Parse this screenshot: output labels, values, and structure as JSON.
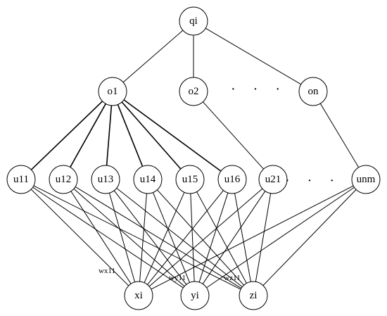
{
  "diagram": {
    "nodes": [
      {
        "id": "qi",
        "label": "qi"
      },
      {
        "id": "o1",
        "label": "o1"
      },
      {
        "id": "o2",
        "label": "o2"
      },
      {
        "id": "on",
        "label": "on"
      },
      {
        "id": "u11",
        "label": "u11"
      },
      {
        "id": "u12",
        "label": "u12"
      },
      {
        "id": "u13",
        "label": "u13"
      },
      {
        "id": "u14",
        "label": "u14"
      },
      {
        "id": "u15",
        "label": "u15"
      },
      {
        "id": "u16",
        "label": "u16"
      },
      {
        "id": "u21",
        "label": "u21"
      },
      {
        "id": "unm",
        "label": "unm"
      },
      {
        "id": "xi",
        "label": "xi"
      },
      {
        "id": "yi",
        "label": "yi"
      },
      {
        "id": "zi",
        "label": "zi"
      }
    ],
    "edges": [
      [
        "qi",
        "o1"
      ],
      [
        "qi",
        "o2"
      ],
      [
        "qi",
        "on"
      ],
      [
        "o1",
        "u11"
      ],
      [
        "o1",
        "u12"
      ],
      [
        "o1",
        "u13"
      ],
      [
        "o1",
        "u14"
      ],
      [
        "o1",
        "u15"
      ],
      [
        "o1",
        "u16"
      ],
      [
        "o2",
        "u21"
      ],
      [
        "on",
        "unm"
      ],
      [
        "u11",
        "xi"
      ],
      [
        "u11",
        "yi"
      ],
      [
        "u11",
        "zi"
      ],
      [
        "u12",
        "xi"
      ],
      [
        "u12",
        "yi"
      ],
      [
        "u12",
        "zi"
      ],
      [
        "u13",
        "xi"
      ],
      [
        "u13",
        "yi"
      ],
      [
        "u13",
        "zi"
      ],
      [
        "u14",
        "xi"
      ],
      [
        "u14",
        "yi"
      ],
      [
        "u14",
        "zi"
      ],
      [
        "u15",
        "xi"
      ],
      [
        "u15",
        "yi"
      ],
      [
        "u15",
        "zi"
      ],
      [
        "u16",
        "xi"
      ],
      [
        "u16",
        "yi"
      ],
      [
        "u16",
        "zi"
      ],
      [
        "u21",
        "xi"
      ],
      [
        "u21",
        "yi"
      ],
      [
        "u21",
        "zi"
      ],
      [
        "unm",
        "xi"
      ],
      [
        "unm",
        "yi"
      ],
      [
        "unm",
        "zi"
      ]
    ],
    "weight_labels": [
      "wx11",
      "wy11",
      "wz11"
    ],
    "ellipsis_text": "· · ·"
  }
}
